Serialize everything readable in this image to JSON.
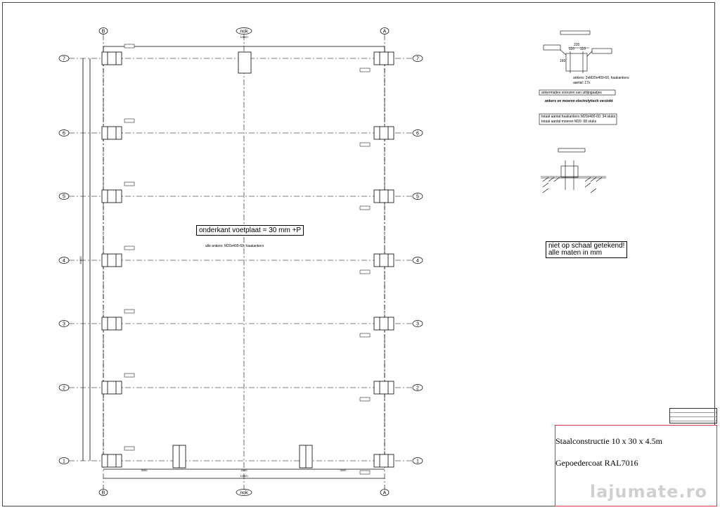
{
  "grid": {
    "columns": [
      "B",
      "nok",
      "A"
    ],
    "rows": [
      "7",
      "6",
      "5",
      "4",
      "3",
      "2",
      "1"
    ]
  },
  "dimensions": {
    "total_width": "10000",
    "bottom_segments": [
      "3000",
      "4000",
      "3000"
    ],
    "total_length": "30000"
  },
  "notes": {
    "underside_footplate": "onderkant voetplaat = 30 mm +P",
    "all_anchors": "alle ankers: M20x400-60, haakankers",
    "anchors_detail": "ankers: 2xM20x400-60, haakankers",
    "anchors_count": "aantal: 17x",
    "anchor_dims": [
      "220",
      "110",
      "110",
      "160"
    ],
    "anchor_method_title": "ankermaties voorzien van uitlijngaatjes",
    "anchor_method_text": "ankers en moeren electrolytisch verzinkt",
    "totals": [
      "totaal aantal haakankers M20x400-60: 34 stuks",
      "totaal aantal moeren M20: 68 stuks"
    ],
    "scale_note_lines": [
      "niet op schaal getekend!",
      "alle maten in mm"
    ]
  },
  "title_block": {
    "line1": "Staalconstructie 10 x 30 x 4.5m",
    "line2": "Gepoedercoat RAL7016"
  },
  "watermark": "lajumate.ro",
  "colors": {
    "line": "#000000",
    "title_border": "#e0304a"
  }
}
